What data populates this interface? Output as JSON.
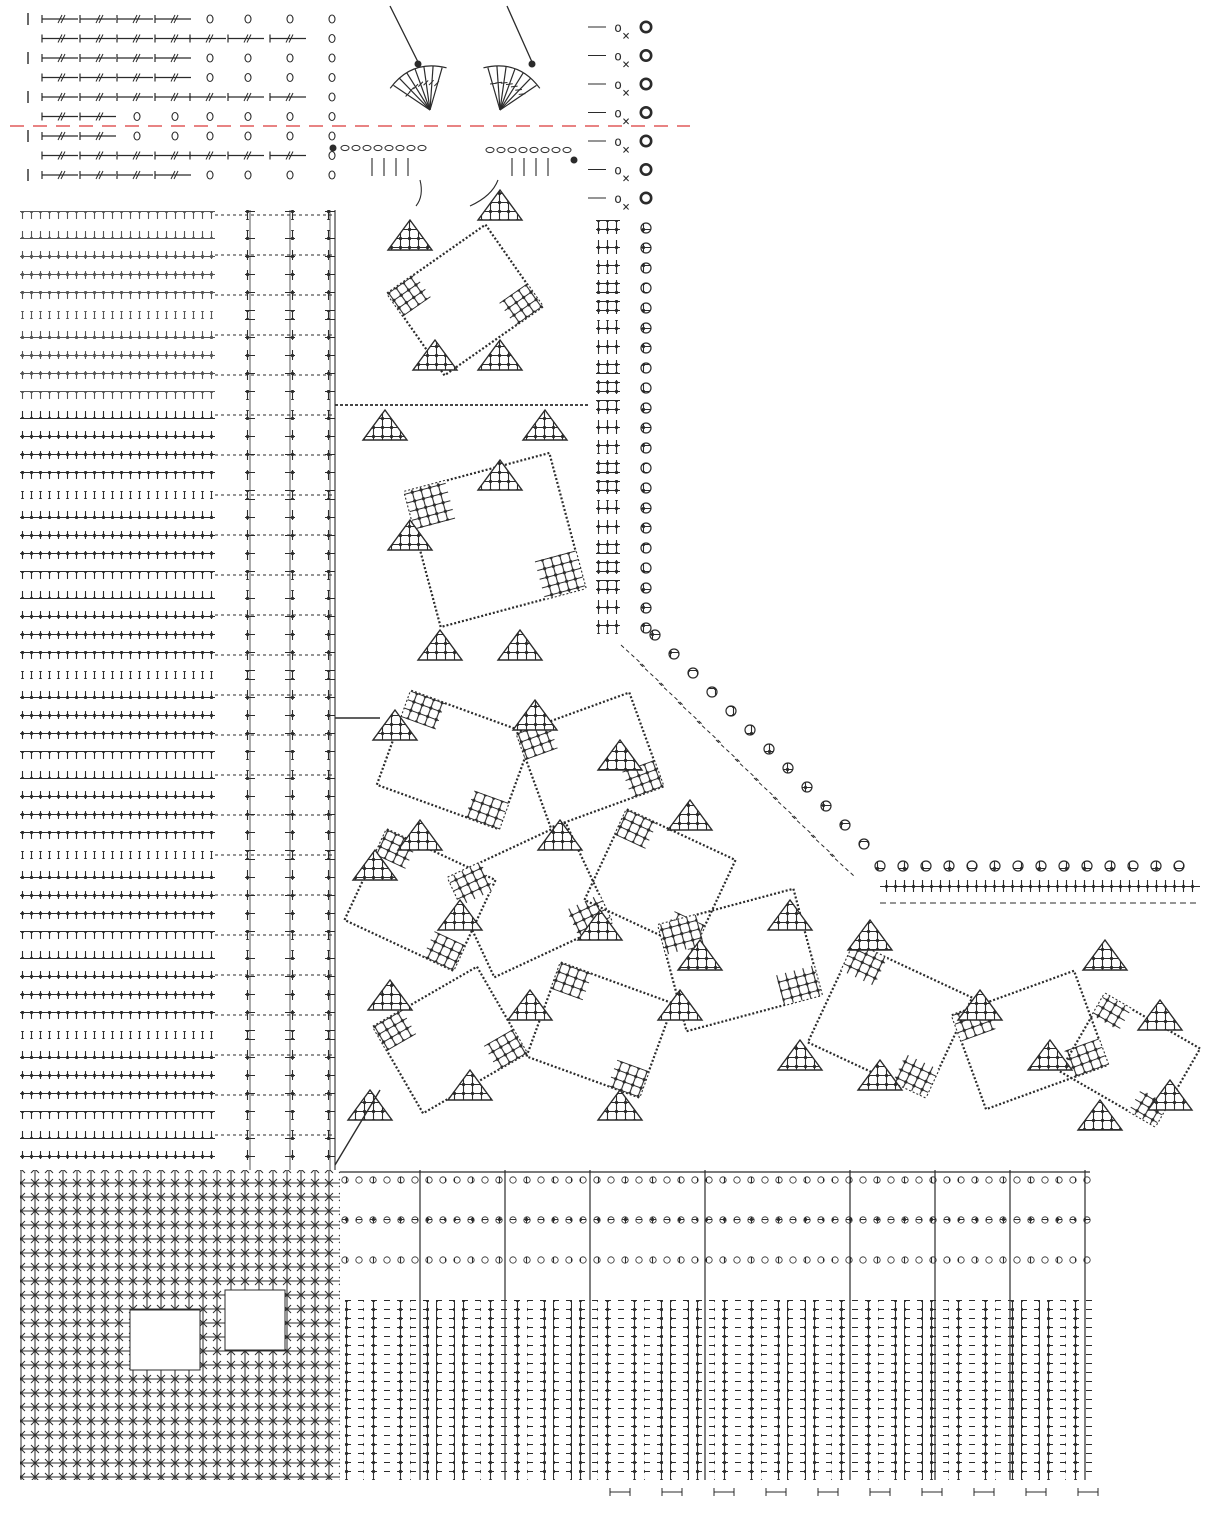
{
  "diagram": {
    "kind": "crochet-chart",
    "ink": "#2b2b2b",
    "background": "#ffffff",
    "guide_line": {
      "color": "#e05a5a",
      "style": "dashed"
    },
    "symbols": {
      "chain": "o",
      "single_crochet": "×",
      "ring": "O",
      "double_crochet": "#",
      "cluster": "*"
    },
    "top_grid_rows": [
      [
        "#",
        "#",
        "#",
        "#",
        "o",
        "o",
        "o",
        "o"
      ],
      [
        "#",
        "#",
        "#",
        "#",
        "#",
        "#",
        "#",
        "o"
      ],
      [
        "#",
        "#",
        "#",
        "#",
        "o",
        "o",
        "o",
        "o"
      ],
      [
        "#",
        "#",
        "#",
        "#",
        "o",
        "o",
        "o",
        "o"
      ],
      [
        "#",
        "#",
        "#",
        "#",
        "#",
        "#",
        "#",
        "o"
      ],
      [
        "#",
        "#",
        "o",
        "o",
        "o",
        "o",
        "o",
        "o"
      ],
      [
        "#",
        "#",
        "o",
        "o",
        "o",
        "o",
        "o",
        "o"
      ],
      [
        "#",
        "#",
        "#",
        "#",
        "#",
        "#",
        "#",
        "o"
      ],
      [
        "#",
        "#",
        "#",
        "#",
        "o",
        "o",
        "o",
        "o"
      ]
    ],
    "edge_marks": [
      "o",
      "×",
      "O"
    ],
    "edge_ring_count": 7,
    "fan_block_count": 2
  }
}
